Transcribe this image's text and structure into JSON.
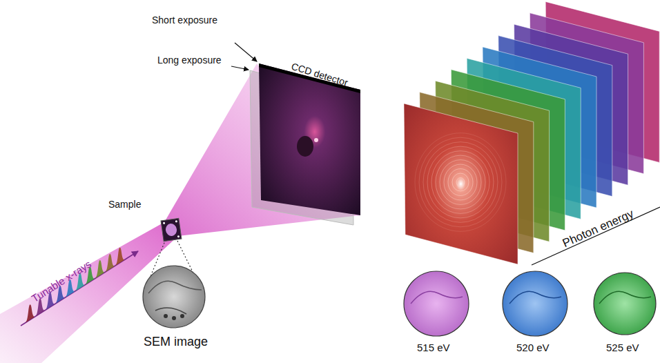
{
  "diagram": {
    "labels": [
      "Short exposure",
      "Long exposure",
      "CCD detector",
      "Sample",
      "Tunable x-rays",
      "SEM image",
      "Photon energy",
      "515 eV",
      "520 eV",
      "525 eV"
    ]
  }
}
